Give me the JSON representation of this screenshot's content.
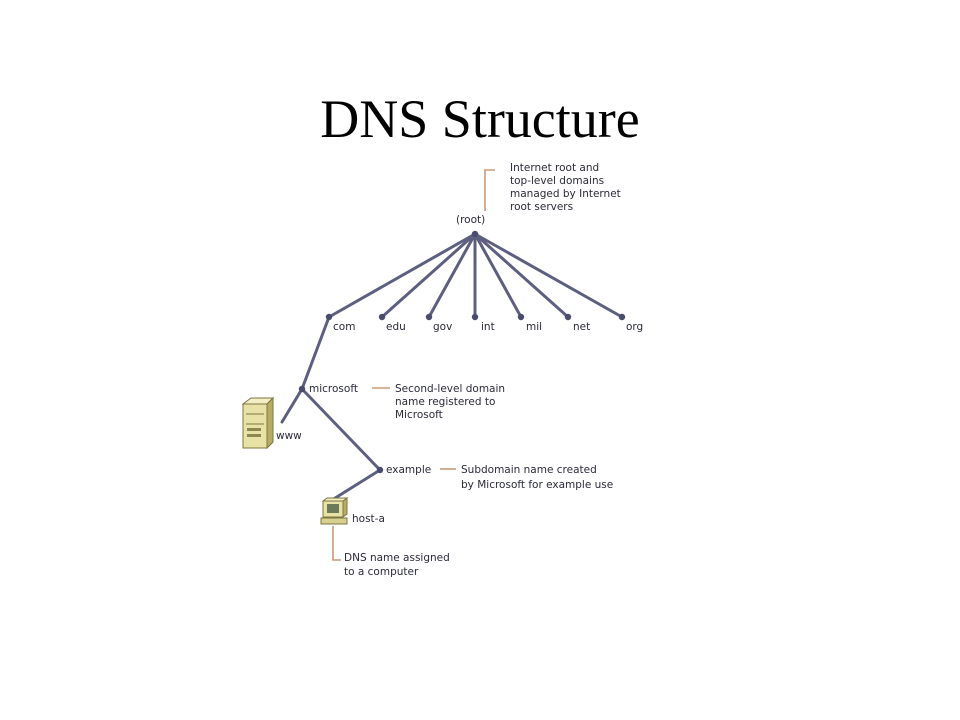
{
  "slide": {
    "title": "DNS Structure"
  },
  "diagram": {
    "root": {
      "label": "(root)",
      "note": [
        "Internet root and",
        "top-level domains",
        "managed by Internet",
        "root servers"
      ]
    },
    "tlds": [
      "com",
      "edu",
      "gov",
      "int",
      "mil",
      "net",
      "org"
    ],
    "second_level": {
      "label": "microsoft",
      "note": [
        "Second-level domain",
        "name registered to",
        "Microsoft"
      ]
    },
    "server": {
      "label": "www"
    },
    "subdomain": {
      "label": "example",
      "note": [
        "Subdomain name created",
        "by Microsoft for example use"
      ]
    },
    "host": {
      "label": "host-a",
      "note": [
        "DNS name assigned",
        "to a computer"
      ]
    },
    "colors": {
      "line": "#5d5f80",
      "node": "#4a4c6e",
      "bracket": "#c89a78",
      "server_body": "#e9e2a6",
      "server_shade": "#b6ad62"
    }
  }
}
